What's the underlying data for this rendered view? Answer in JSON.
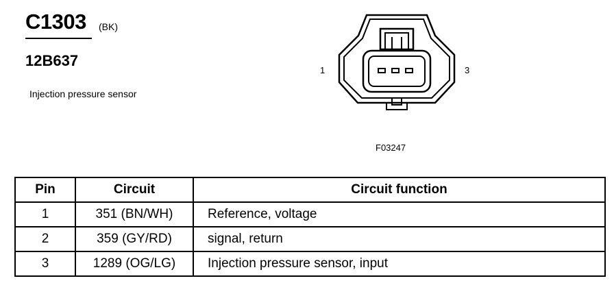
{
  "connector": {
    "code": "C1303",
    "color": "(BK)",
    "part_number": "12B637",
    "description": "Injection pressure sensor",
    "pin_left": "1",
    "pin_right": "3",
    "figure_id": "F03247"
  },
  "table": {
    "headers": [
      "Pin",
      "Circuit",
      "Circuit function"
    ],
    "rows": [
      {
        "pin": "1",
        "circuit": "351 (BN/WH)",
        "function": "Reference, voltage"
      },
      {
        "pin": "2",
        "circuit": "359 (GY/RD)",
        "function": "signal, return"
      },
      {
        "pin": "3",
        "circuit": "1289 (OG/LG)",
        "function": "Injection pressure sensor, input"
      }
    ]
  }
}
